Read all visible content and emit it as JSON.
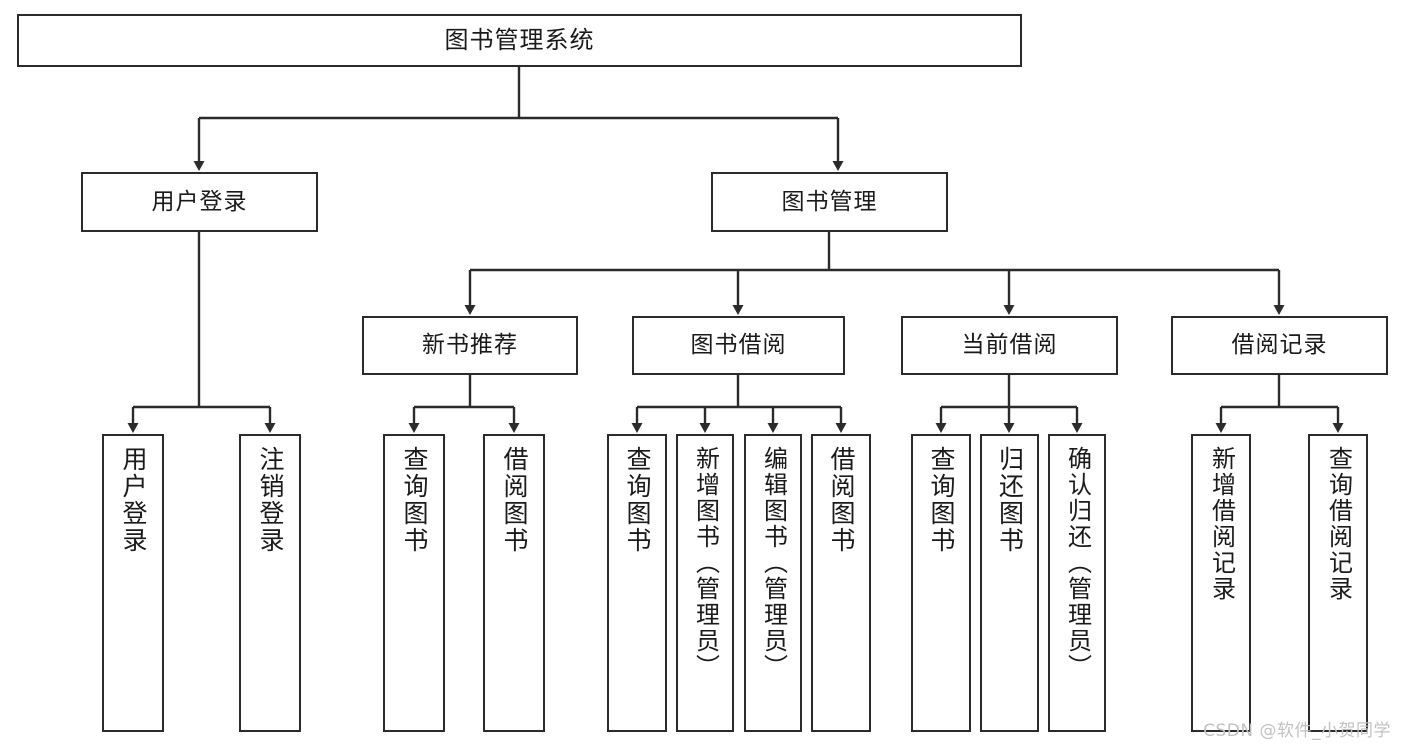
{
  "diagram": {
    "title": "图书管理系统",
    "type": "tree",
    "watermark": "CSDN @软件_小贺同学",
    "colors": {
      "box_border": "#2b2b2b",
      "box_fill": "#ffffff",
      "line": "#2b2b2b",
      "text": "#1a1a1a",
      "watermark": "#c2c2c2"
    },
    "root": {
      "label": "图书管理系统"
    },
    "level1": [
      {
        "label": "用户登录"
      },
      {
        "label": "图书管理"
      }
    ],
    "level2": [
      {
        "label": "新书推荐"
      },
      {
        "label": "图书借阅"
      },
      {
        "label": "当前借阅"
      },
      {
        "label": "借阅记录"
      }
    ],
    "leaves": {
      "user_login": [
        {
          "label": "用户登录"
        },
        {
          "label": "注销登录"
        }
      ],
      "new_book_recommend": [
        {
          "label": "查询图书"
        },
        {
          "label": "借阅图书"
        }
      ],
      "book_borrow": [
        {
          "label": "查询图书"
        },
        {
          "label": "新增图书（管理员）"
        },
        {
          "label": "编辑图书（管理员）"
        },
        {
          "label": "借阅图书"
        }
      ],
      "current_borrow": [
        {
          "label": "查询图书"
        },
        {
          "label": "归还图书"
        },
        {
          "label": "确认归还（管理员）"
        }
      ],
      "borrow_record": [
        {
          "label": "新增借阅记录"
        },
        {
          "label": "查询借阅记录"
        }
      ]
    }
  }
}
